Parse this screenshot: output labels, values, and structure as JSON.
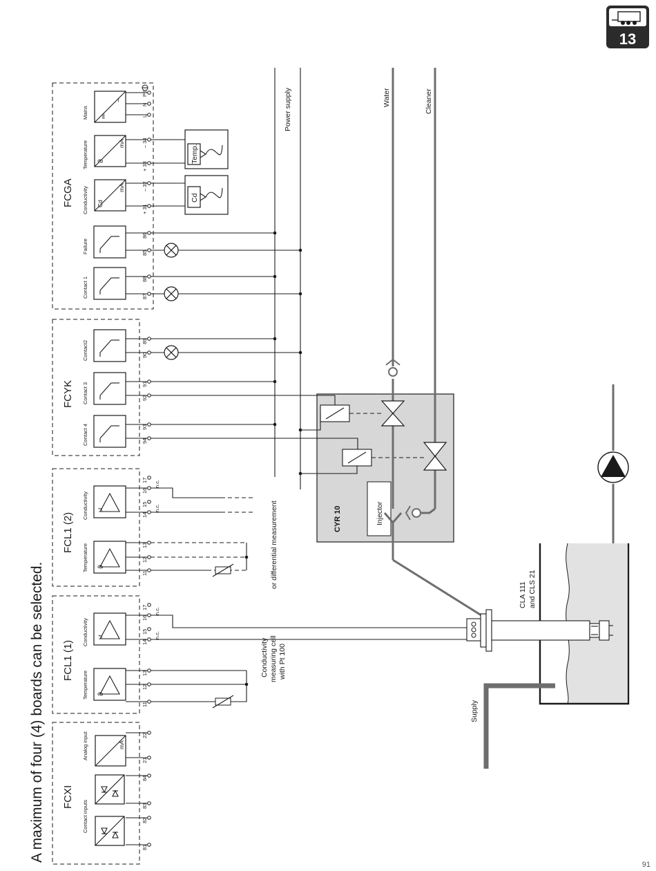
{
  "badge": {
    "number": "13",
    "icon": "mobile-lab-trailer-icon"
  },
  "page_number": "91",
  "heading": "A maximum of four (4) boards can be selected.",
  "boards": {
    "fcxi": {
      "name": "FCXI",
      "module_labels": [
        "Contact inputs",
        "Analog input"
      ],
      "terminals": [
        "81",
        "82",
        "83",
        "84",
        "21",
        "22"
      ],
      "unit": "mA"
    },
    "fcl1_1": {
      "name": "FCL1 (1)",
      "module_labels": [
        "Temperature",
        "Conductivity"
      ],
      "terminals": [
        "11",
        "12",
        "13",
        "14",
        "15",
        "16",
        "17"
      ],
      "nc": [
        "n.c.",
        "n.c."
      ],
      "symbols": [
        "ϑ",
        "Lf"
      ]
    },
    "fcl1_2": {
      "name": "FCL1 (2)",
      "module_labels": [
        "Temperature",
        "Conductivity"
      ],
      "terminals": [
        "11",
        "12",
        "13",
        "14",
        "15",
        "16",
        "17"
      ],
      "nc": [
        "n.c.",
        "n.c."
      ],
      "symbols": [
        "ϑ",
        "Lf"
      ]
    },
    "fcyk": {
      "name": "FCYK",
      "module_labels": [
        "Contact 4",
        "Contact 3",
        "Contact2"
      ],
      "terminals": [
        "94",
        "93",
        "92",
        "91",
        "90",
        "89"
      ]
    },
    "fcga": {
      "name": "FCGA",
      "module_labels": [
        "Contact 1",
        "Failure",
        "Conductivity",
        "Temperature",
        "Mains"
      ],
      "terminals": [
        "87",
        "88",
        "85",
        "86",
        "+ 31",
        "– 32",
        "+ 33",
        "– 34",
        "L",
        "N",
        "PE"
      ],
      "module_symbols": [
        "Cd",
        "mA",
        "ϑ",
        "mA",
        "═",
        "~"
      ]
    }
  },
  "recorders": {
    "temp": "Temp.",
    "cd": "Cd"
  },
  "labels": {
    "power_supply": "Power supply",
    "water": "Water",
    "cleaner": "Cleaner",
    "differential": "or differential measurement",
    "measuring_cell": [
      "Conductivity",
      "measuring cell",
      "with Pt 100"
    ],
    "cyr": "CYR 10",
    "injector": "Injector",
    "sensor": [
      "CLA 111",
      "and CLS 21"
    ],
    "supply": "Supply"
  },
  "colors": {
    "cyr_fill": "#d7d7d7",
    "tank_fill": "#e2e2e2",
    "pipe": "#6e6e6e",
    "line": "#1a1a1a"
  }
}
